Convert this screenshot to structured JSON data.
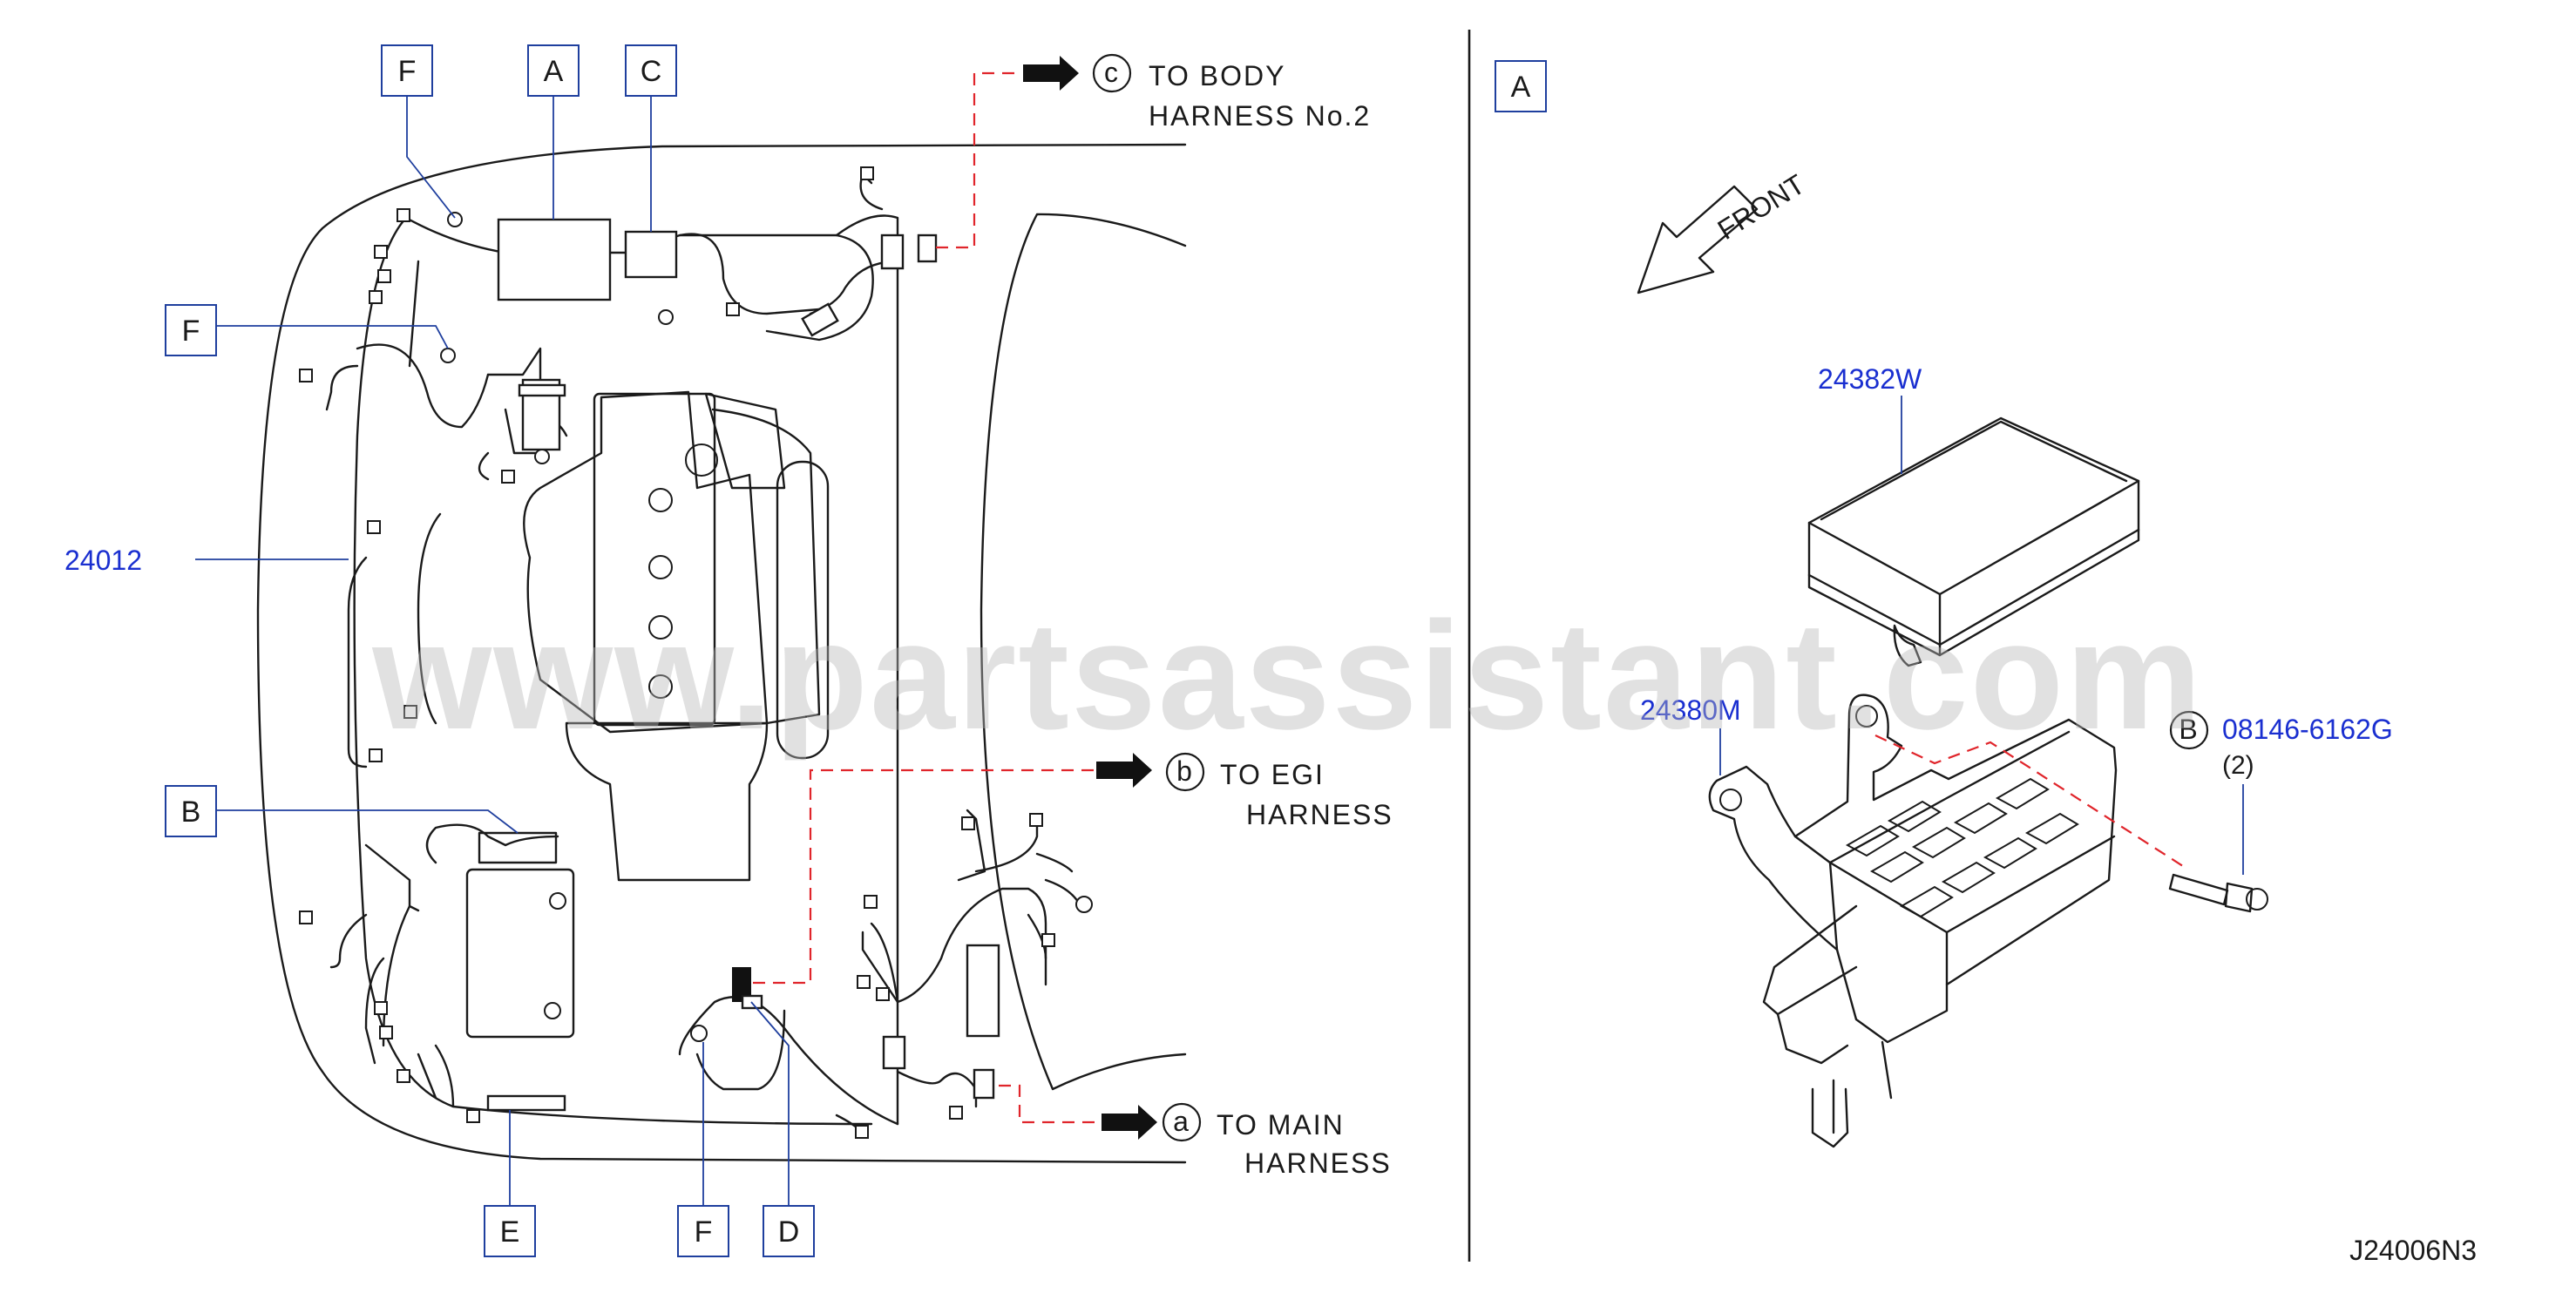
{
  "callouts": {
    "A": "A",
    "B": "B",
    "C": "C",
    "D": "D",
    "E": "E",
    "F": "F",
    "detail": "A"
  },
  "connectors": {
    "a": "a",
    "b": "b",
    "c": "c",
    "b_bolt": "B"
  },
  "destinations": {
    "body_line1": "TO   BODY",
    "body_line2": "HARNESS  No.2",
    "egi_line1": "TO   EGI",
    "egi_line2": "HARNESS",
    "main_line1": "TO   MAIN",
    "main_line2": "HARNESS"
  },
  "parts": {
    "harness": "24012",
    "cover": "24382W",
    "bracket": "24380M",
    "bolt": "08146-6162G",
    "bolt_qty": "(2)"
  },
  "front_label": "FRONT",
  "drawing_id": "J24006N3",
  "watermark": "www.partsassistant.com",
  "colors": {
    "part_number": "#1a2fd0",
    "leader": "#1f3f9e",
    "route": "#e0252b",
    "ink": "#1a1a1a"
  }
}
